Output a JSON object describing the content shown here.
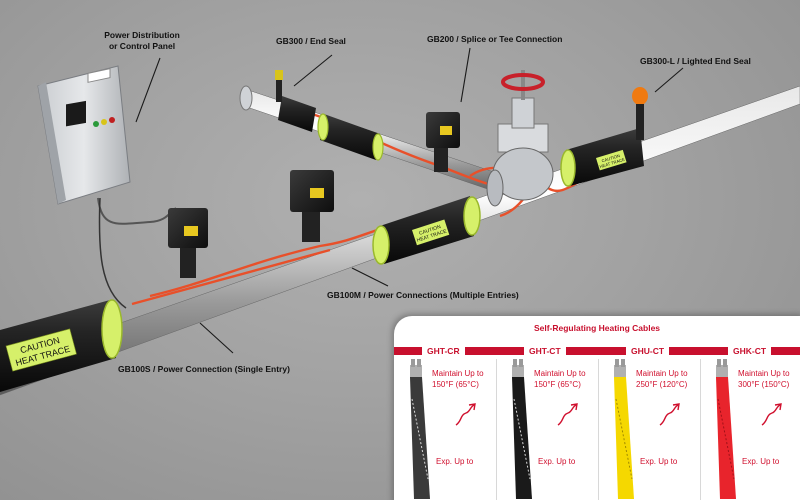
{
  "callouts": {
    "power_panel": [
      "Power Distribution",
      "or Control Panel"
    ],
    "end_seal": "GB300 / End Seal",
    "splice": "GB200 / Splice or Tee Connection",
    "lighted_seal": "GB300-L / Lighted End Seal",
    "multi_entry": "GB100M / Power Connections (Multiple Entries)",
    "single_entry": "GB100S / Power Connection (Single Entry)"
  },
  "insulation_label": [
    "CAUTION",
    "HEAT TRACE"
  ],
  "cables_panel": {
    "title": "Self-Regulating Heating Cables",
    "cables": [
      {
        "name": "GHT-CR",
        "maintain": "Maintain Up to",
        "maintain_value": "150°F (65°C)",
        "exposure": "Exp. Up to",
        "jacket_color": "#3a3a3a"
      },
      {
        "name": "GHT-CT",
        "maintain": "Maintain Up to",
        "maintain_value": "150°F (65°C)",
        "exposure": "Exp. Up to",
        "jacket_color": "#1a1a1a"
      },
      {
        "name": "GHU-CT",
        "maintain": "Maintain Up to",
        "maintain_value": "250°F (120°C)",
        "exposure": "Exp. Up to",
        "jacket_color": "#f5d800"
      },
      {
        "name": "GHK-CT",
        "maintain": "Maintain Up to",
        "maintain_value": "300°F (150°C)",
        "exposure": "Exp. Up to",
        "jacket_color": "#e8242c"
      }
    ]
  },
  "colors": {
    "accent": "#c8102e",
    "heat_cable": "#e8502a",
    "insulation": "#1c1c1c",
    "label_green": "#d6f06a"
  }
}
